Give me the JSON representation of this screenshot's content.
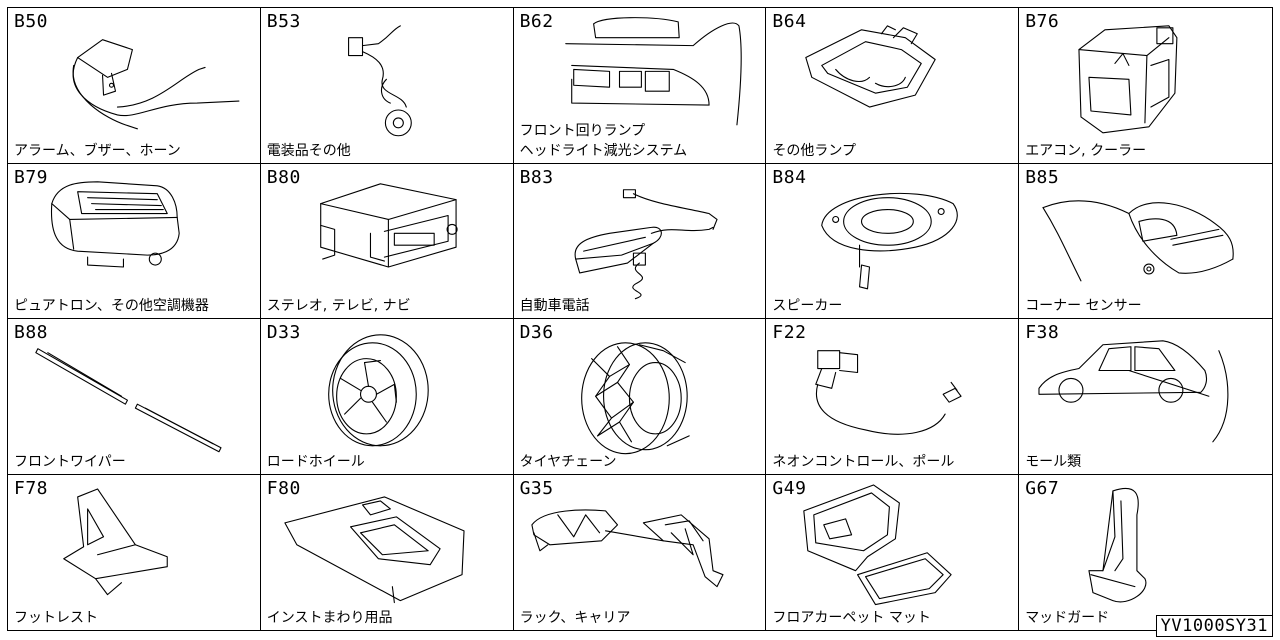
{
  "diagram_id": "YV1000SY31",
  "cells": [
    {
      "code": "B50",
      "label": "アラーム、ブザー、ホーン",
      "icon": "alarm-buzzer-horn-icon"
    },
    {
      "code": "B53",
      "label": "電装品その他",
      "icon": "electrical-parts-icon"
    },
    {
      "code": "B62",
      "label": "フロント回りランプ\nヘッドライト減光システム",
      "icon": "front-lamp-icon"
    },
    {
      "code": "B64",
      "label": "その他ランプ",
      "icon": "interior-lamp-icon"
    },
    {
      "code": "B76",
      "label": "エアコン, クーラー",
      "icon": "air-conditioner-icon"
    },
    {
      "code": "B79",
      "label": "ピュアトロン、その他空調機器",
      "icon": "air-purifier-icon"
    },
    {
      "code": "B80",
      "label": "ステレオ, テレビ, ナビ",
      "icon": "stereo-icon"
    },
    {
      "code": "B83",
      "label": "自動車電話",
      "icon": "car-phone-icon"
    },
    {
      "code": "B84",
      "label": "スピーカー",
      "icon": "speaker-icon"
    },
    {
      "code": "B85",
      "label": "コーナー センサー",
      "icon": "corner-sensor-icon"
    },
    {
      "code": "B88",
      "label": "フロントワイパー",
      "icon": "wiper-icon"
    },
    {
      "code": "D33",
      "label": "ロードホイール",
      "icon": "road-wheel-icon"
    },
    {
      "code": "D36",
      "label": "タイヤチェーン",
      "icon": "tire-chain-icon"
    },
    {
      "code": "F22",
      "label": "ネオンコントロール、ポール",
      "icon": "neon-pole-icon"
    },
    {
      "code": "F38",
      "label": "モール類",
      "icon": "molding-icon"
    },
    {
      "code": "F78",
      "label": "フットレスト",
      "icon": "footrest-icon"
    },
    {
      "code": "F80",
      "label": "インストまわり用品",
      "icon": "instrument-accessory-icon"
    },
    {
      "code": "G35",
      "label": "ラック、キャリア",
      "icon": "rack-carrier-icon"
    },
    {
      "code": "G49",
      "label": "フロアカーペット マット",
      "icon": "floor-mat-icon"
    },
    {
      "code": "G67",
      "label": "マッドガード",
      "icon": "mudguard-icon"
    }
  ]
}
